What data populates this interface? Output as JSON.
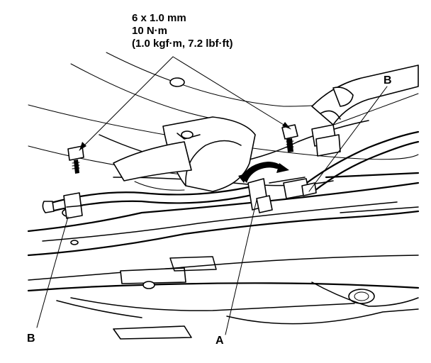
{
  "spec": {
    "bolt_size": "6 x 1.0 mm",
    "torque_nm": "10 N·m",
    "torque_alt": "(1.0 kgf·m, 7.2 lbf·ft)"
  },
  "callouts": {
    "a": "A",
    "b_right": "B",
    "b_left": "B"
  },
  "colors": {
    "ink": "#000000",
    "paper": "#ffffff"
  }
}
